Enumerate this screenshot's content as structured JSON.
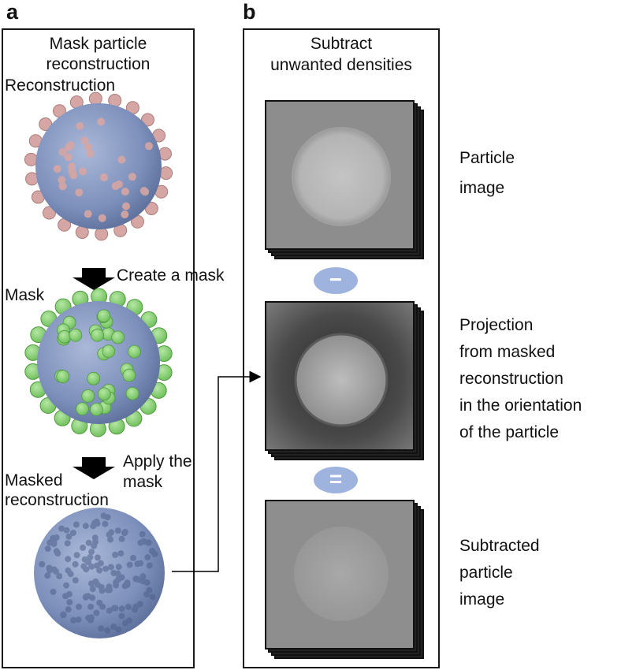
{
  "panel_a": {
    "letter": "a",
    "title_lines": [
      "Mask particle",
      "reconstruction"
    ],
    "reconstruction_label": "Reconstruction",
    "create_mask_label": "Create a mask",
    "mask_label": "Mask",
    "apply_mask_lines": [
      "Apply the",
      "mask"
    ],
    "masked_label_lines": [
      "Masked",
      "reconstruction"
    ]
  },
  "panel_b": {
    "letter": "b",
    "title_lines": [
      "Subtract",
      "unwanted densities"
    ],
    "minus_symbol": "−",
    "equals_symbol": "=",
    "particle_image_lines": [
      "Particle",
      "image"
    ],
    "projection_lines": [
      "Projection",
      "from masked",
      "reconstruction",
      "in the orientation",
      "of the particle"
    ],
    "subtracted_lines": [
      "Subtracted",
      "particle",
      "image"
    ]
  },
  "colors": {
    "capsid_blue": "#7f93bd",
    "spike_pink": "#d6a6a4",
    "mask_green": "#7fcf6a",
    "operator_oval": "#9eb3dd"
  }
}
